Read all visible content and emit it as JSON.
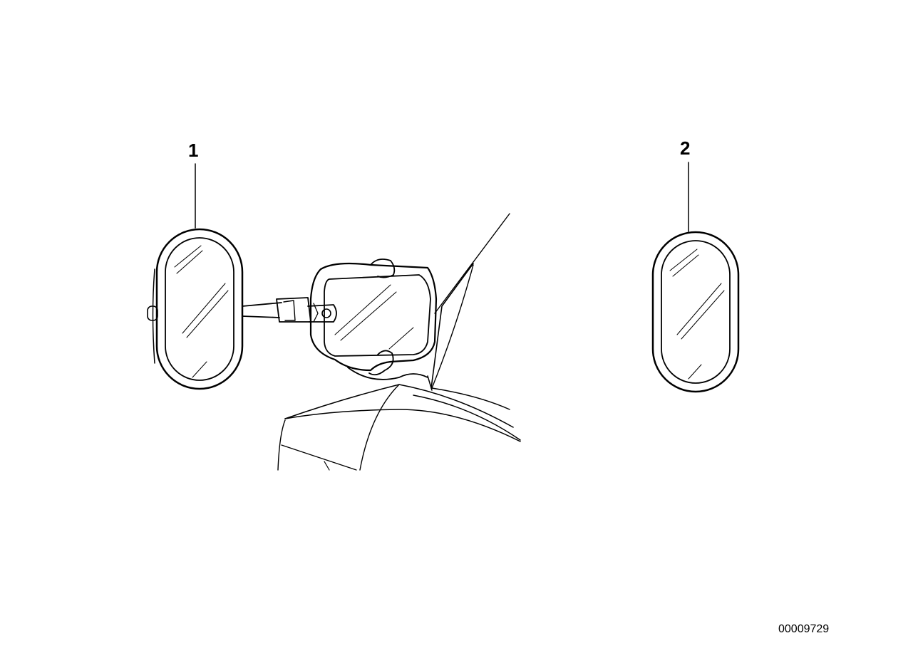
{
  "callouts": {
    "part1": "1",
    "part2": "2"
  },
  "drawing_number": "00009729",
  "colors": {
    "line": "#000000",
    "background": "#ffffff"
  }
}
